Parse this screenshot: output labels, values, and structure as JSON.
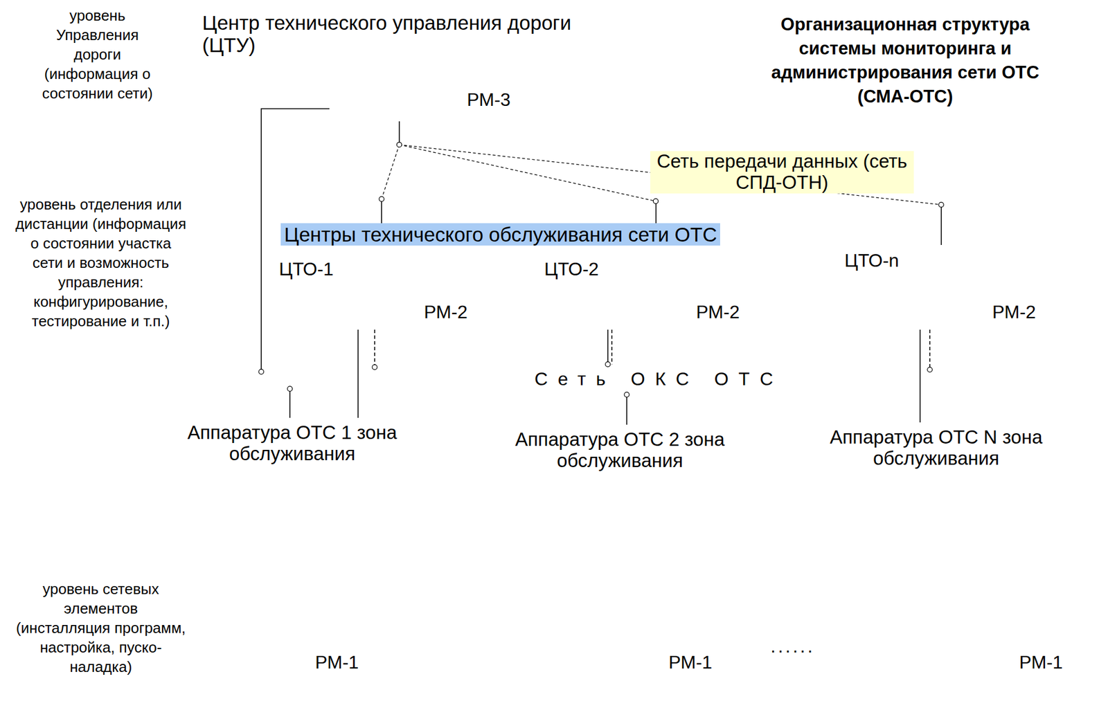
{
  "diagram": {
    "title": "Организационная структура системы мониторинга и администрирования сети ОТС (СМА-ОТС)",
    "nodes": [
      {
        "text": [
          "Центр технического управления дороги (ЦТУ)"
        ]
      },
      {
        "text": [
          "РМ-3"
        ],
        "in": 0
      },
      {
        "text": [
          "Сеть передачи данных (сеть СПД-ОТН)"
        ]
      },
      {
        "text": [
          "Центры технического обслуживания сети ОТС"
        ]
      },
      {
        "text": [
          "ЦТО-1",
          "РМ-2"
        ],
        "in": 3
      },
      {
        "text": [
          "ЦТО-2",
          "РМ-2"
        ],
        "in": 3
      },
      {
        "text": [
          "ЦТО-n",
          "РМ-2"
        ],
        "in": 3
      },
      {
        "text": [
          "Сеть ОКС ОТС"
        ]
      },
      {
        "text": [
          "Аппаратура ОТС 1 зона обслуживания"
        ]
      },
      {
        "text": [
          "Аппаратура ОТС 2 зона обслуживания"
        ]
      },
      {
        "text": [
          "Аппаратура ОТС N зона обслуживания"
        ]
      },
      {
        "text": [
          "РМ-1"
        ]
      },
      {
        "text": [
          "РМ-1"
        ]
      },
      {
        "text": [
          "РМ-1"
        ]
      }
    ],
    "edges": [
      {
        "from": 1,
        "to": 2,
        "arrow": "none"
      },
      {
        "from": 1,
        "to": 7,
        "arrow": "none"
      },
      {
        "from": 2,
        "to": 4,
        "arrow": "none"
      },
      {
        "from": 2,
        "to": 5,
        "arrow": "none"
      },
      {
        "from": 2,
        "to": 6,
        "arrow": "none"
      },
      {
        "from": 4,
        "to": 7,
        "arrow": "none"
      },
      {
        "from": 5,
        "to": 7,
        "arrow": "none"
      },
      {
        "from": 5,
        "to": 7,
        "arrow": "none"
      },
      {
        "from": 6,
        "to": 7,
        "arrow": "none"
      },
      {
        "from": 4,
        "to": 8,
        "arrow": "none"
      },
      {
        "from": 7,
        "to": 8,
        "arrow": "none"
      },
      {
        "from": 7,
        "to": 9,
        "arrow": "none"
      },
      {
        "from": 6,
        "to": 10,
        "arrow": "none"
      }
    ],
    "labels": [
      "уровень Управления дороги (информация о состоянии сети)",
      "уровень отделения или дистанции (информация о состоянии участка сети и возможность управления: конфигурирование, тестирование и т.п.)",
      "уровень сетевых элементов (инсталляция программ, настройка, пуско-наладка)",
      "......"
    ]
  }
}
